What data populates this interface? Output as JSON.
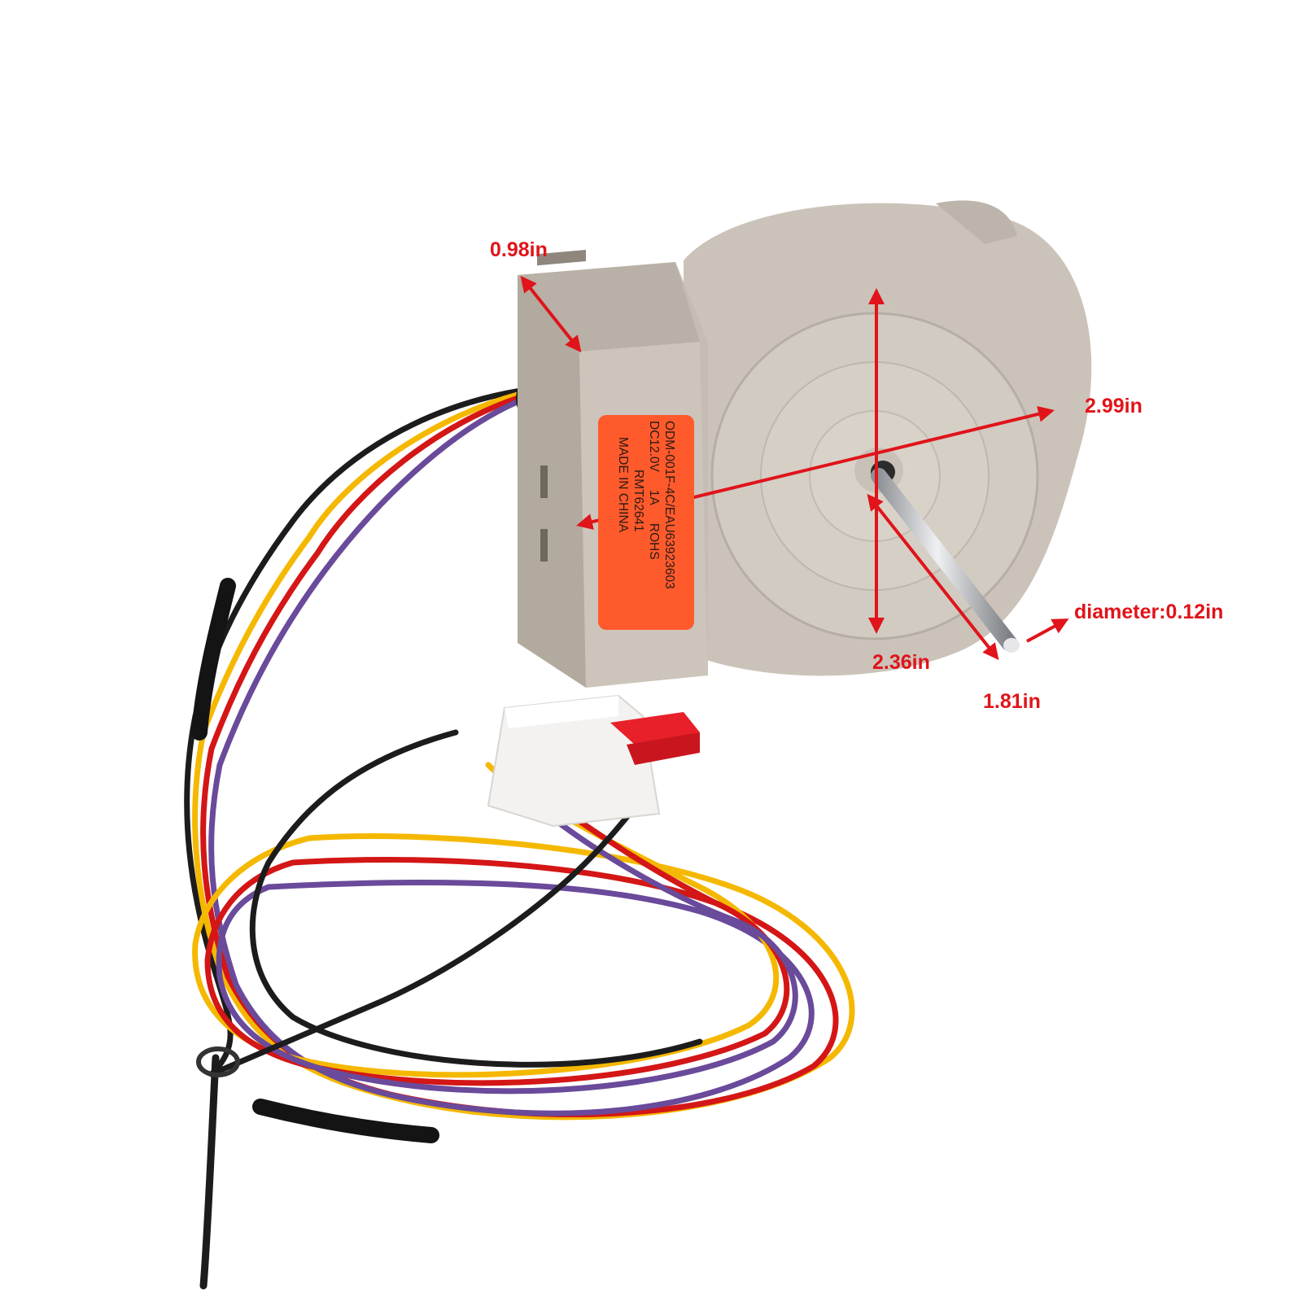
{
  "product": {
    "type": "refrigerator evaporator fan motor with wire harness",
    "colors": {
      "background": "#ffffff",
      "housing": "#c9c1b7",
      "housing_shadow": "#a79f95",
      "sticker": "#ff5a2c",
      "connector": "#f4f2f0",
      "connector_latch": "#e8202a",
      "annotation": "#e0141a",
      "shaft": "#c7c9cc"
    },
    "wire_colors": [
      "#1c1c1c",
      "#f5b800",
      "#d41616",
      "#6a4a9a"
    ]
  },
  "label": {
    "line1": "ODM-001F-4C/EAU63923603",
    "line2_a": "DC12.0V",
    "line2_b": "1A",
    "line2_c": "ROHS",
    "line3": "RMT62641",
    "line4": "MADE IN CHINA"
  },
  "dimensions": {
    "depth": "0.98in",
    "width": "2.99in",
    "height": "2.36in",
    "shaft_length": "1.81in",
    "shaft_diameter": "diameter:0.12in"
  }
}
